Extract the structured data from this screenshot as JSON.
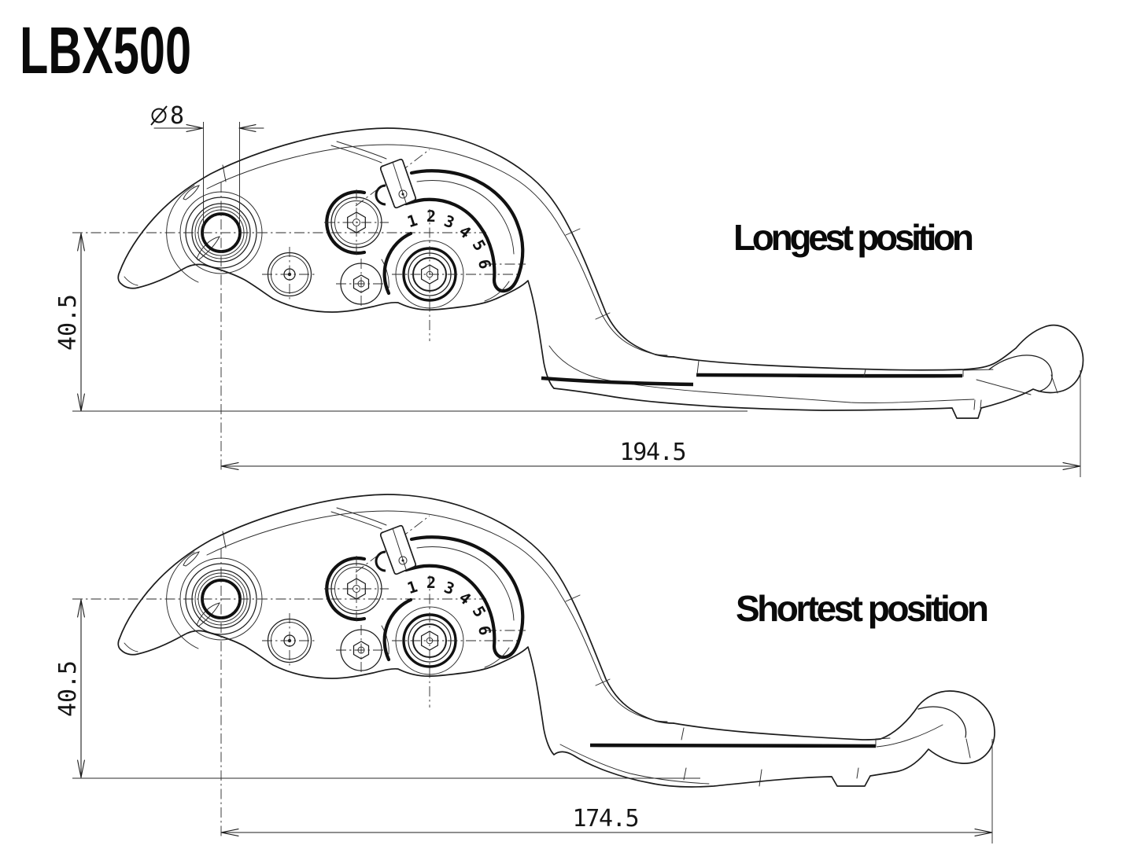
{
  "title": "LBX500",
  "figures": [
    {
      "label": "Longest position",
      "overall_length": "194.5",
      "height": "40.5"
    },
    {
      "label": "Shortest position",
      "overall_length": "174.5",
      "height": "40.5"
    }
  ],
  "pivot_hole": {
    "symbol": "⌀",
    "value": "8"
  },
  "adjuster_scale": [
    "1",
    "2",
    "3",
    "4",
    "5",
    "6"
  ],
  "colors": {
    "line": "#1c1c1c",
    "background": "#ffffff"
  }
}
